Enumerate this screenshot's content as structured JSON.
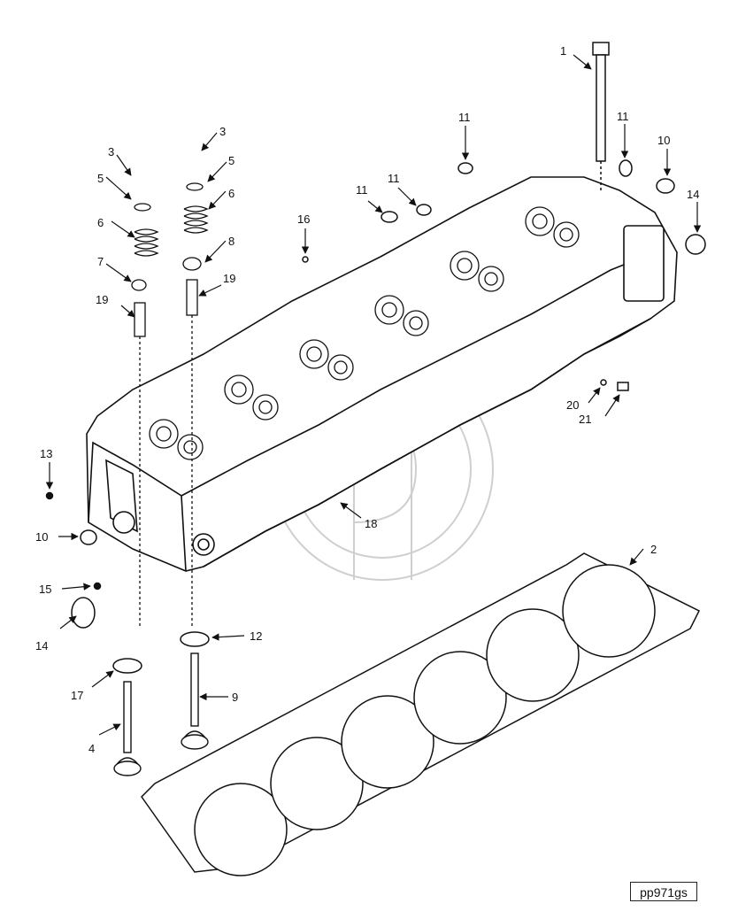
{
  "callouts": [
    {
      "id": "c1",
      "label": "1"
    },
    {
      "id": "c2",
      "label": "2"
    },
    {
      "id": "c3a",
      "label": "3"
    },
    {
      "id": "c3b",
      "label": "3"
    },
    {
      "id": "c4",
      "label": "4"
    },
    {
      "id": "c5a",
      "label": "5"
    },
    {
      "id": "c5b",
      "label": "5"
    },
    {
      "id": "c6a",
      "label": "6"
    },
    {
      "id": "c6b",
      "label": "6"
    },
    {
      "id": "c7",
      "label": "7"
    },
    {
      "id": "c8",
      "label": "8"
    },
    {
      "id": "c9",
      "label": "9"
    },
    {
      "id": "c10a",
      "label": "10"
    },
    {
      "id": "c10b",
      "label": "10"
    },
    {
      "id": "c11a",
      "label": "11"
    },
    {
      "id": "c11b",
      "label": "11"
    },
    {
      "id": "c11c",
      "label": "11"
    },
    {
      "id": "c11d",
      "label": "11"
    },
    {
      "id": "c12",
      "label": "12"
    },
    {
      "id": "c13",
      "label": "13"
    },
    {
      "id": "c14a",
      "label": "14"
    },
    {
      "id": "c14b",
      "label": "14"
    },
    {
      "id": "c15",
      "label": "15"
    },
    {
      "id": "c16",
      "label": "16"
    },
    {
      "id": "c17",
      "label": "17"
    },
    {
      "id": "c18",
      "label": "18"
    },
    {
      "id": "c19a",
      "label": "19"
    },
    {
      "id": "c19b",
      "label": "19"
    },
    {
      "id": "c20",
      "label": "20"
    },
    {
      "id": "c21",
      "label": "21"
    }
  ],
  "reference_code": "pp971gs"
}
